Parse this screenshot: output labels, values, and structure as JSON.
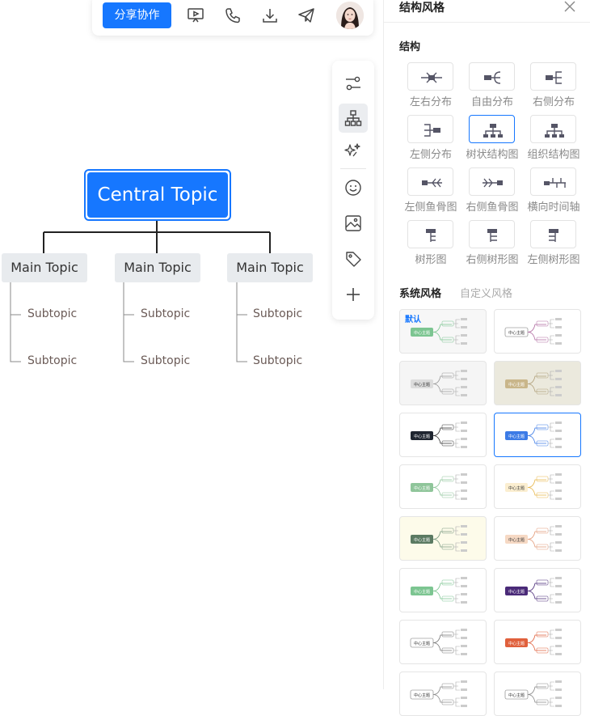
{
  "toolbar": {
    "share_label": "分享协作",
    "icons": [
      "presentation-icon",
      "phone-icon",
      "download-icon",
      "send-icon"
    ]
  },
  "sidetools": {
    "icons": [
      "style-adjust-icon",
      "structure-icon",
      "magic-icon",
      "emoji-icon",
      "image-icon",
      "tag-icon",
      "add-icon"
    ],
    "active": "structure-icon"
  },
  "mindmap": {
    "central": "Central Topic",
    "main_topics": [
      {
        "label": "Main Topic",
        "subtopics": [
          "Subtopic",
          "Subtopic"
        ]
      },
      {
        "label": "Main Topic",
        "subtopics": [
          "Subtopic",
          "Subtopic"
        ]
      },
      {
        "label": "Main Topic",
        "subtopics": [
          "Subtopic",
          "Subtopic"
        ]
      }
    ],
    "colors": {
      "central": "#1677ff",
      "main_bg": "#e8ebee",
      "line": "#222222"
    }
  },
  "panel": {
    "title": "结构风格",
    "structure_section": "结构",
    "structures": [
      {
        "label": "左右分布",
        "selected": false
      },
      {
        "label": "自由分布",
        "selected": false
      },
      {
        "label": "右侧分布",
        "selected": false
      },
      {
        "label": "左侧分布",
        "selected": false
      },
      {
        "label": "树状结构图",
        "selected": true
      },
      {
        "label": "组织结构图",
        "selected": false
      },
      {
        "label": "左侧鱼骨图",
        "selected": false
      },
      {
        "label": "右侧鱼骨图",
        "selected": false
      },
      {
        "label": "横向时间轴",
        "selected": false
      },
      {
        "label": "树形图",
        "selected": false
      },
      {
        "label": "右侧树形图",
        "selected": false
      },
      {
        "label": "左侧树形图",
        "selected": false
      }
    ],
    "style_tabs": {
      "system": "系统风格",
      "custom": "自定义风格"
    },
    "default_tag": "默认",
    "style_card_center_label": "中心主题",
    "style_cards": [
      {
        "center_bg": "#7cc591",
        "card_bg": "#f7f7f7",
        "accent": "#7cc591",
        "dark_text": false
      },
      {
        "center_bg": "#ffffff",
        "card_bg": "#ffffff",
        "accent": "#b06aa0",
        "dark_text": true
      },
      {
        "center_bg": "#dcdcdc",
        "card_bg": "#f5f5f5",
        "accent": "#999999",
        "dark_text": true
      },
      {
        "center_bg": "#c9b68a",
        "card_bg": "#ebe9dd",
        "accent": "#b0a07a",
        "dark_text": false
      },
      {
        "center_bg": "#1f2530",
        "card_bg": "#ffffff",
        "accent": "#333333",
        "dark_text": false
      },
      {
        "center_bg": "#3c7be6",
        "card_bg": "#ffffff",
        "accent": "#3c7be6",
        "dark_text": false,
        "selected": true
      },
      {
        "center_bg": "#8fc59a",
        "card_bg": "#ffffff",
        "accent": "#8fc59a",
        "dark_text": false
      },
      {
        "center_bg": "#fbeed0",
        "card_bg": "#ffffff",
        "accent": "#e8b64a",
        "dark_text": true
      },
      {
        "center_bg": "#5b7a62",
        "card_bg": "#fdfbea",
        "accent": "#7a9a80",
        "dark_text": false
      },
      {
        "center_bg": "#f6d9c4",
        "card_bg": "#ffffff",
        "accent": "#e39a78",
        "dark_text": true
      },
      {
        "center_bg": "#7cc591",
        "card_bg": "#ffffff",
        "accent": "#7cc591",
        "dark_text": false
      },
      {
        "center_bg": "#4a2a78",
        "card_bg": "#ffffff",
        "accent": "#4a2a78",
        "dark_text": false
      },
      {
        "center_bg": "#ffffff",
        "card_bg": "#ffffff",
        "accent": "#777777",
        "dark_text": true
      },
      {
        "center_bg": "#e0603c",
        "card_bg": "#ffffff",
        "accent": "#e0603c",
        "dark_text": false
      },
      {
        "center_bg": "#ffffff",
        "card_bg": "#ffffff",
        "accent": "#888888",
        "dark_text": true
      },
      {
        "center_bg": "#ffffff",
        "card_bg": "#ffffff",
        "accent": "#888888",
        "dark_text": true
      }
    ]
  }
}
